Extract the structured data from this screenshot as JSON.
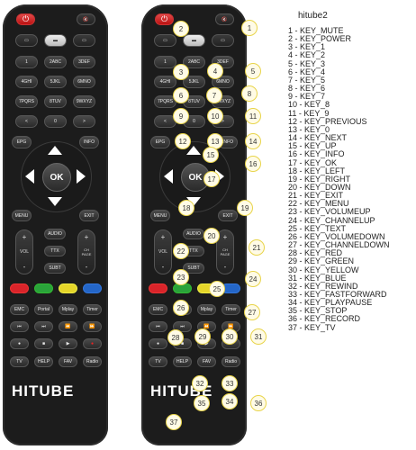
{
  "legend_title": "hitube2",
  "brand": "HITUBE",
  "left_remote": {
    "row1": [
      "⏻",
      "🔇"
    ],
    "row2": [
      "▭",
      "▬",
      "▭"
    ],
    "numpad": [
      "1",
      "2ABC",
      "3DEF",
      "4GHI",
      "5JKL",
      "6MNO",
      "7PQRS",
      "8TUV",
      "9WXYZ",
      "<",
      "0",
      ">"
    ],
    "epg": "EPG",
    "info": "INFO",
    "ok": "OK",
    "menu": "MENU",
    "exit": "EXIT",
    "audio": "AUDIO",
    "ttx": "TTX",
    "subt": "SUBT",
    "vol_plus": "+",
    "vol_label": "VOL",
    "vol_minus": "-",
    "ch_plus": "+",
    "ch_label": "CH PAGE",
    "ch_minus": "-",
    "func_row": [
      "EMC",
      "Portal",
      "Mplay",
      "Timer"
    ],
    "media_row1": [
      "⏮",
      "⏭",
      "⏪",
      "⏩"
    ],
    "media_row2": [
      "●",
      "■",
      "▶",
      "●"
    ],
    "bottom_row": [
      "TV",
      "HELP",
      "FAV",
      "Radio"
    ]
  },
  "right_remote": {
    "row1": [
      "⏻",
      "🔇"
    ],
    "row2": [
      "▭",
      "▬",
      "▭"
    ],
    "numpad": [
      "1",
      "2ABC",
      "3DEF",
      "4GHI",
      "5JKL",
      "6MNO",
      "7PQRS",
      "8TUV",
      "9WXYZ",
      "<",
      "0",
      ">"
    ],
    "epg": "EPG",
    "info": "INFO",
    "ok": "OK",
    "menu": "MENU",
    "exit": "EXIT",
    "audio": "AUDIO",
    "ttx": "TTX",
    "subt": "SUBT",
    "vol_plus": "+",
    "vol_label": "VOL",
    "vol_minus": "-",
    "ch_plus": "+",
    "ch_label": "CH PAGE",
    "ch_minus": "-",
    "func_row": [
      "EMC",
      "Portal",
      "Mplay",
      "Timer"
    ],
    "media_row1": [
      "⏮",
      "⏭",
      "⏪",
      "⏩"
    ],
    "media_row2": [
      "●",
      "■",
      "▶",
      "●"
    ],
    "bottom_row": [
      "TV",
      "HELP",
      "FAV",
      "Radio"
    ]
  },
  "callouts": [
    "1",
    "2",
    "3",
    "4",
    "5",
    "6",
    "7",
    "8",
    "9",
    "10",
    "11",
    "12",
    "13",
    "14",
    "15",
    "16",
    "17",
    "18",
    "19",
    "20",
    "21",
    "22",
    "23",
    "24",
    "25",
    "26",
    "27",
    "28",
    "29",
    "30",
    "31",
    "32",
    "33",
    "34",
    "35",
    "36",
    "37"
  ],
  "keys": [
    "1 - KEY_MUTE",
    "2 - KEY_POWER",
    "3 - KEY_1",
    "4 - KEY_2",
    "5 - KEY_3",
    "6 - KEY_4",
    "7 - KEY_5",
    "8 - KEY_6",
    "9 - KEY_7",
    "10 - KEY_8",
    "11 - KEY_9",
    "12 - KEY_PREVIOUS",
    "13 - KEY_0",
    "14 - KEY_NEXT",
    "15 - KEY_UP",
    "16 - KEY_INFO",
    "17 - KEY_OK",
    "18 - KEY_LEFT",
    "19 - KEY_RIGHT",
    "20 - KEY_DOWN",
    "21 - KEY_EXIT",
    "22 - KEY_MENU",
    "23 - KEY_VOLUMEUP",
    "24 - KEY_CHANNELUP",
    "25 - KEY_TEXT",
    "26 - KEY_VOLUMEDOWN",
    "27 - KEY_CHANNELDOWN",
    "28 - KEY_RED",
    "29 - KEY_GREEN",
    "30 - KEY_YELLOW",
    "31 - KEY_BLUE",
    "32 - KEY_REWIND",
    "33 - KEY_FASTFORWARD",
    "34 - KEY_PLAYPAUSE",
    "35 - KEY_STOP",
    "36 - KEY_RECORD",
    "37 - KEY_TV"
  ],
  "colors": {
    "remote_body": "#1c1c1c",
    "callout_border": "#e8d44a",
    "power": "#d9242a"
  }
}
